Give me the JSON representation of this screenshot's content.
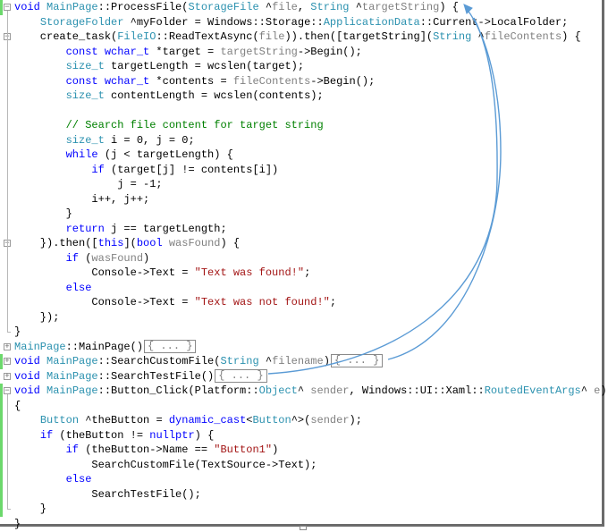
{
  "editor": {
    "lines": [
      [
        {
          "t": "void ",
          "c": "kw"
        },
        {
          "t": "MainPage",
          "c": "ty"
        },
        {
          "t": "::ProcessFile(",
          "c": "fn"
        },
        {
          "t": "StorageFile",
          "c": "ty"
        },
        {
          "t": " ^",
          "c": "fn"
        },
        {
          "t": "file",
          "c": "pr"
        },
        {
          "t": ", ",
          "c": "fn"
        },
        {
          "t": "String",
          "c": "ty"
        },
        {
          "t": " ^",
          "c": "fn"
        },
        {
          "t": "targetString",
          "c": "pr"
        },
        {
          "t": ") {",
          "c": "fn"
        }
      ],
      [
        {
          "t": "    ",
          "c": "fn"
        },
        {
          "t": "StorageFolder",
          "c": "ty"
        },
        {
          "t": " ^myFolder = Windows::Storage::",
          "c": "fn"
        },
        {
          "t": "ApplicationData",
          "c": "ty"
        },
        {
          "t": "::Current->LocalFolder;",
          "c": "fn"
        }
      ],
      [
        {
          "t": "    create_task(",
          "c": "fn"
        },
        {
          "t": "FileIO",
          "c": "ty"
        },
        {
          "t": "::ReadTextAsync(",
          "c": "fn"
        },
        {
          "t": "file",
          "c": "pr"
        },
        {
          "t": ")).then([targetString](",
          "c": "fn"
        },
        {
          "t": "String",
          "c": "ty"
        },
        {
          "t": " ^",
          "c": "fn"
        },
        {
          "t": "fileContents",
          "c": "pr"
        },
        {
          "t": ") {",
          "c": "fn"
        }
      ],
      [
        {
          "t": "        ",
          "c": "fn"
        },
        {
          "t": "const wchar_t",
          "c": "kw"
        },
        {
          "t": " *target = ",
          "c": "fn"
        },
        {
          "t": "targetString",
          "c": "pr"
        },
        {
          "t": "->Begin();",
          "c": "fn"
        }
      ],
      [
        {
          "t": "        ",
          "c": "fn"
        },
        {
          "t": "size_t",
          "c": "ty"
        },
        {
          "t": " targetLength = wcslen(target);",
          "c": "fn"
        }
      ],
      [
        {
          "t": "        ",
          "c": "fn"
        },
        {
          "t": "const wchar_t",
          "c": "kw"
        },
        {
          "t": " *contents = ",
          "c": "fn"
        },
        {
          "t": "fileContents",
          "c": "pr"
        },
        {
          "t": "->Begin();",
          "c": "fn"
        }
      ],
      [
        {
          "t": "        ",
          "c": "fn"
        },
        {
          "t": "size_t",
          "c": "ty"
        },
        {
          "t": " contentLength = wcslen(contents);",
          "c": "fn"
        }
      ],
      [
        {
          "t": "",
          "c": "fn"
        }
      ],
      [
        {
          "t": "        ",
          "c": "fn"
        },
        {
          "t": "// Search file content for target string",
          "c": "cm"
        }
      ],
      [
        {
          "t": "        ",
          "c": "fn"
        },
        {
          "t": "size_t",
          "c": "ty"
        },
        {
          "t": " i = 0, j = 0;",
          "c": "fn"
        }
      ],
      [
        {
          "t": "        ",
          "c": "fn"
        },
        {
          "t": "while",
          "c": "kw"
        },
        {
          "t": " (j < targetLength) {",
          "c": "fn"
        }
      ],
      [
        {
          "t": "            ",
          "c": "fn"
        },
        {
          "t": "if",
          "c": "kw"
        },
        {
          "t": " (target[j] != contents[i])",
          "c": "fn"
        }
      ],
      [
        {
          "t": "                j = -1;",
          "c": "fn"
        }
      ],
      [
        {
          "t": "            i++, j++;",
          "c": "fn"
        }
      ],
      [
        {
          "t": "        }",
          "c": "fn"
        }
      ],
      [
        {
          "t": "        ",
          "c": "fn"
        },
        {
          "t": "return",
          "c": "kw"
        },
        {
          "t": " j == targetLength;",
          "c": "fn"
        }
      ],
      [
        {
          "t": "    }).then([",
          "c": "fn"
        },
        {
          "t": "this",
          "c": "kw"
        },
        {
          "t": "](",
          "c": "fn"
        },
        {
          "t": "bool",
          "c": "kw"
        },
        {
          "t": " ",
          "c": "fn"
        },
        {
          "t": "wasFound",
          "c": "pr"
        },
        {
          "t": ") {",
          "c": "fn"
        }
      ],
      [
        {
          "t": "        ",
          "c": "fn"
        },
        {
          "t": "if",
          "c": "kw"
        },
        {
          "t": " (",
          "c": "fn"
        },
        {
          "t": "wasFound",
          "c": "pr"
        },
        {
          "t": ")",
          "c": "fn"
        }
      ],
      [
        {
          "t": "            Console->Text = ",
          "c": "fn"
        },
        {
          "t": "\"Text was found!\"",
          "c": "st"
        },
        {
          "t": ";",
          "c": "fn"
        }
      ],
      [
        {
          "t": "        ",
          "c": "fn"
        },
        {
          "t": "else",
          "c": "kw"
        }
      ],
      [
        {
          "t": "            Console->Text = ",
          "c": "fn"
        },
        {
          "t": "\"Text was not found!\"",
          "c": "st"
        },
        {
          "t": ";",
          "c": "fn"
        }
      ],
      [
        {
          "t": "    });",
          "c": "fn"
        }
      ],
      [
        {
          "t": "}",
          "c": "fn"
        }
      ],
      [
        {
          "t": "MainPage",
          "c": "ty"
        },
        {
          "t": "::MainPage()",
          "c": "fn"
        },
        {
          "t": "{ ... }",
          "c": "collapsed"
        }
      ],
      [
        {
          "t": "void ",
          "c": "kw"
        },
        {
          "t": "MainPage",
          "c": "ty"
        },
        {
          "t": "::SearchCustomFile(",
          "c": "fn"
        },
        {
          "t": "String",
          "c": "ty"
        },
        {
          "t": " ^",
          "c": "fn"
        },
        {
          "t": "filename",
          "c": "pr"
        },
        {
          "t": ")",
          "c": "fn"
        },
        {
          "t": "{ ... }",
          "c": "collapsed"
        }
      ],
      [
        {
          "t": "void ",
          "c": "kw"
        },
        {
          "t": "MainPage",
          "c": "ty"
        },
        {
          "t": "::SearchTestFile()",
          "c": "fn"
        },
        {
          "t": "{ ... }",
          "c": "collapsed"
        }
      ],
      [
        {
          "t": "void ",
          "c": "kw"
        },
        {
          "t": "MainPage",
          "c": "ty"
        },
        {
          "t": "::Button_Click(Platform::",
          "c": "fn"
        },
        {
          "t": "Object",
          "c": "ty"
        },
        {
          "t": "^ ",
          "c": "fn"
        },
        {
          "t": "sender",
          "c": "pr"
        },
        {
          "t": ", Windows::UI::Xaml::",
          "c": "fn"
        },
        {
          "t": "RoutedEventArgs",
          "c": "ty"
        },
        {
          "t": "^ ",
          "c": "fn"
        },
        {
          "t": "e",
          "c": "pr"
        },
        {
          "t": ")",
          "c": "fn"
        }
      ],
      [
        {
          "t": "{",
          "c": "fn"
        }
      ],
      [
        {
          "t": "    ",
          "c": "fn"
        },
        {
          "t": "Button",
          "c": "ty"
        },
        {
          "t": " ^theButton = ",
          "c": "fn"
        },
        {
          "t": "dynamic_cast",
          "c": "kw"
        },
        {
          "t": "<",
          "c": "fn"
        },
        {
          "t": "Button",
          "c": "ty"
        },
        {
          "t": "^>(",
          "c": "fn"
        },
        {
          "t": "sender",
          "c": "pr"
        },
        {
          "t": ");",
          "c": "fn"
        }
      ],
      [
        {
          "t": "    ",
          "c": "fn"
        },
        {
          "t": "if",
          "c": "kw"
        },
        {
          "t": " (theButton != ",
          "c": "fn"
        },
        {
          "t": "nullptr",
          "c": "kw"
        },
        {
          "t": ") {",
          "c": "fn"
        }
      ],
      [
        {
          "t": "        ",
          "c": "fn"
        },
        {
          "t": "if",
          "c": "kw"
        },
        {
          "t": " (theButton->Name == ",
          "c": "fn"
        },
        {
          "t": "\"Button1\"",
          "c": "st"
        },
        {
          "t": ")",
          "c": "fn"
        }
      ],
      [
        {
          "t": "            SearchCustomFile(TextSource->Text);",
          "c": "fn"
        }
      ],
      [
        {
          "t": "        ",
          "c": "fn"
        },
        {
          "t": "else",
          "c": "kw"
        }
      ],
      [
        {
          "t": "            SearchTestFile();",
          "c": "fn"
        }
      ],
      [
        {
          "t": "    }",
          "c": "fn"
        }
      ],
      [
        {
          "t": "}",
          "c": "fn"
        }
      ]
    ],
    "folds": [
      {
        "line": 0,
        "state": "expanded",
        "glyph": "−"
      },
      {
        "line": 2,
        "state": "expanded",
        "glyph": "−"
      },
      {
        "line": 16,
        "state": "expanded",
        "glyph": "−"
      },
      {
        "line": 23,
        "state": "collapsed",
        "glyph": "+"
      },
      {
        "line": 24,
        "state": "collapsed",
        "glyph": "+"
      },
      {
        "line": 25,
        "state": "collapsed",
        "glyph": "+"
      },
      {
        "line": 26,
        "state": "expanded",
        "glyph": "−"
      }
    ],
    "change_bars": [
      {
        "from_line": 0,
        "to_line": 0
      },
      {
        "from_line": 24,
        "to_line": 24
      },
      {
        "from_line": 26,
        "to_line": 34
      }
    ]
  },
  "annotations": {
    "arrow_color": "#5b9bd5",
    "arrows": [
      {
        "from": "SearchCustomFile collapsed block",
        "to": "ProcessFile signature"
      },
      {
        "from": "SearchTestFile collapsed block",
        "to": "ProcessFile signature"
      }
    ]
  },
  "colors": {
    "keyword": "#0000ff",
    "type": "#2b91af",
    "parameter": "#808080",
    "string": "#a31515",
    "comment": "#008000",
    "change_bar": "#6cd86c"
  }
}
